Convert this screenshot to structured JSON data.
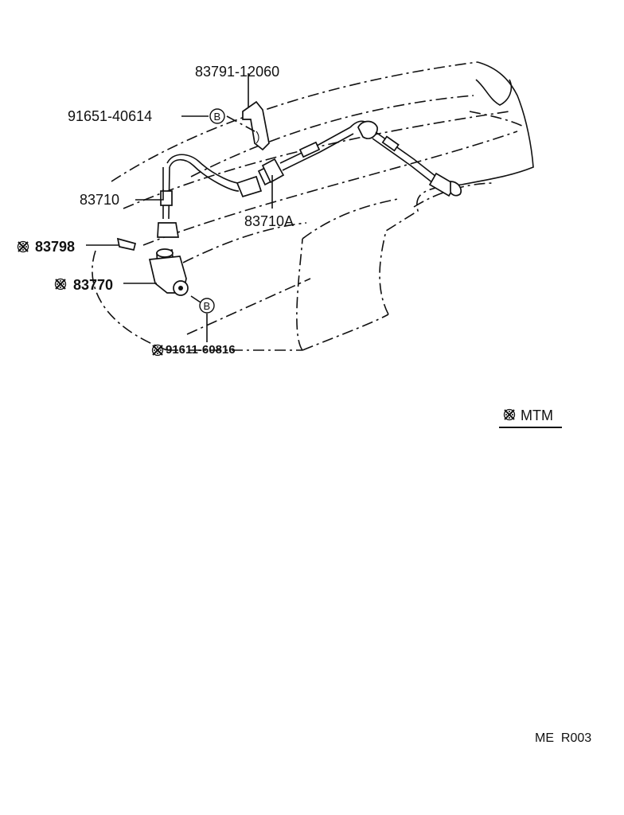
{
  "callouts": {
    "p83791": "83791-12060",
    "p91651": "91651-40614",
    "p83710": "83710",
    "p83710a": "83710A",
    "p83798": "83798",
    "p83770": "83770",
    "p91611": "91611-60816",
    "mark_b": "B"
  },
  "footer": {
    "model_note": "MTM",
    "page_code": "ME  R003"
  },
  "icons": {
    "asterisk": "kome-mark-icon"
  }
}
